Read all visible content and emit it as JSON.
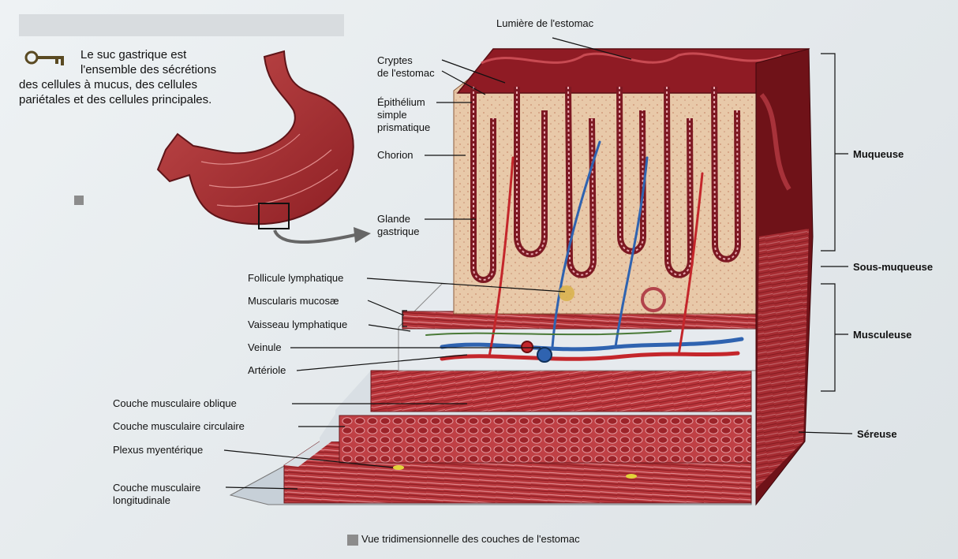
{
  "key_note": {
    "lines": [
      "Le suc gastrique est",
      "l'ensemble des sécrétions",
      "des cellules à mucus, des cellules",
      "pariétales et des cellules principales."
    ]
  },
  "labels": {
    "lumiere": "Lumière de l'estomac",
    "cryptes_1": "Cryptes",
    "cryptes_2": "de l'estomac",
    "epithelium_1": "Épithélium",
    "epithelium_2": "simple",
    "epithelium_3": "prismatique",
    "chorion": "Chorion",
    "glande_1": "Glande",
    "glande_2": "gastrique",
    "follicule": "Follicule lymphatique",
    "muscularis": "Muscularis mucosæ",
    "vaisseau": "Vaisseau lymphatique",
    "veinule": "Veinule",
    "arteriole": "Artériole",
    "oblique": "Couche musculaire oblique",
    "circulaire": "Couche musculaire circulaire",
    "plexus": "Plexus myentérique",
    "longitudinale_1": "Couche musculaire",
    "longitudinale_2": "longitudinale"
  },
  "layers": {
    "muqueuse": "Muqueuse",
    "sous_muqueuse": "Sous-muqueuse",
    "musculeuse": "Musculeuse",
    "sereuse": "Séreuse"
  },
  "caption": "Vue tridimensionnelle des couches de l'estomac",
  "colors": {
    "muscle": "#b8343a",
    "mucosa": "#9e1f2a",
    "chorion": "#e6c3a5",
    "vein": "#2f63b0",
    "artery": "#c4262b",
    "serosa": "#b9c4cf"
  }
}
